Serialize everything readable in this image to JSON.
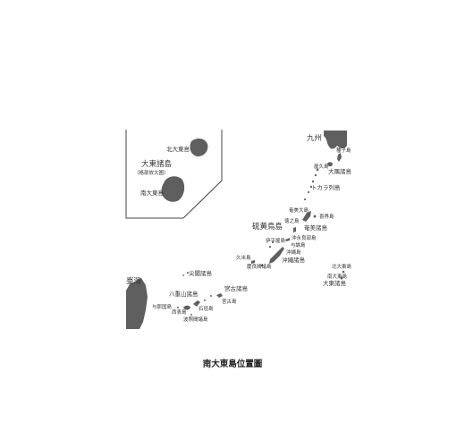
{
  "map": {
    "caption": "南大東島位置圖",
    "colors": {
      "land": "#5f5f5f",
      "text": "#333333",
      "frame": "#444444"
    },
    "inset": {
      "islands": {
        "kita_daito": "北大東島",
        "daito_group": "大東諸島",
        "daito_note": "（格部放大圖）",
        "minami_daito": "南大東島"
      }
    },
    "labels": {
      "kyushu": "九州",
      "tanegashima": "種子島",
      "yakushima": "屋久島",
      "osumi": "大隅諸島",
      "tokara": "トカラ列島",
      "amami_oshima": "奄美大島",
      "kikaijima": "喜界島",
      "tokunoshima": "徳之島",
      "amami_group": "奄美諸島",
      "iou_group": "硫黄鳥島",
      "iheya": "伊平屋島",
      "okinoerabu": "沖永良部島",
      "yoron": "与論島",
      "okinawa_island": "沖縄島",
      "okinawa_group": "沖繩諸島",
      "kumejima": "久米島",
      "kerama": "慶良間諸島",
      "kita_daito_main": "北大東島",
      "minami_daito_main": "南大東島",
      "daito_group_main": "大東諸島",
      "senkaku": "尖閣諸島",
      "miyako_group": "宮古諸島",
      "miyakojima": "宮古島",
      "yaeyama_group": "八重山諸島",
      "yonaguni": "与那国島",
      "iriomote": "西表島",
      "ishigaki": "石垣島",
      "hateruma": "波照間諸島",
      "taiwan": "臺灣"
    }
  }
}
